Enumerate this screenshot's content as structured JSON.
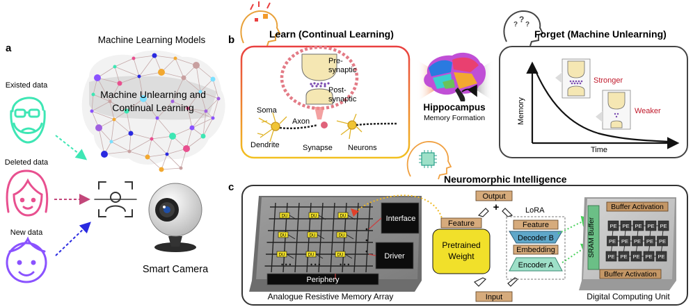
{
  "panel_a": {
    "letter": "a",
    "title": "Machine Learning Models",
    "brain_text_line1": "Machine Unlearning and",
    "brain_text_line2": "Continual Learning",
    "existed_data": "Existed data",
    "deleted_data": "Deleted data",
    "new_data": "New data",
    "camera_label": "Smart Camera",
    "colors": {
      "existed": "#3ee6b4",
      "deleted": "#e8508f",
      "new": "#8a52ff",
      "blue_arrow": "#2a2ae0"
    }
  },
  "panel_b": {
    "letter": "b",
    "learn_title": "Learn (Continual Learning)",
    "forget_title": "Forget (Machine Unlearning)",
    "pre_synaptic_1": "Pre-",
    "pre_synaptic_2": "synaptic",
    "post_synaptic_1": "Post-",
    "post_synaptic_2": "synaptic",
    "soma": "Soma",
    "axon": "Axon",
    "dendrite": "Dendrite",
    "synapse": "Synapse",
    "neurons": "Neurons",
    "hippocampus": "Hippocampus",
    "memory_formation": "Memory Formation",
    "stronger": "Stronger",
    "weaker": "Weaker",
    "y_axis": "Memory",
    "x_axis": "Time",
    "colors": {
      "learn_border_top": "#e94040",
      "learn_border_bottom": "#f2c020",
      "stronger_weaker": "#c0182a"
    }
  },
  "panel_c": {
    "letter": "c",
    "title": "Neuromorphic Intelligence",
    "output": "Output",
    "plus": "+",
    "lora": "LoRA",
    "feature_left": "Feature",
    "feature_right": "Feature",
    "decoder": "Decoder B",
    "embedding": "Embedding",
    "encoder": "Encoder A",
    "pretrained_1": "Pretrained",
    "pretrained_2": "Weight",
    "input": "Input",
    "interface": "Interface",
    "driver": "Driver",
    "periphery": "Periphery",
    "analogue_label": "Analogue Resistive Memory Array",
    "digital_label": "Digital Computing Unit",
    "sram": "SRAM Buffer",
    "buffer_top": "Buffer Activation",
    "buffer_bottom": "Buffer Activation",
    "pe": "PE",
    "cell": "DU",
    "dots": "• • •",
    "colors": {
      "pretrained": "#f1e02a",
      "decoder": "#5fa7c9",
      "encoder": "#9ee0c8",
      "tan": "#d6ab7c",
      "sram": "#6bbf86",
      "green_arrow": "#49d15c"
    }
  }
}
